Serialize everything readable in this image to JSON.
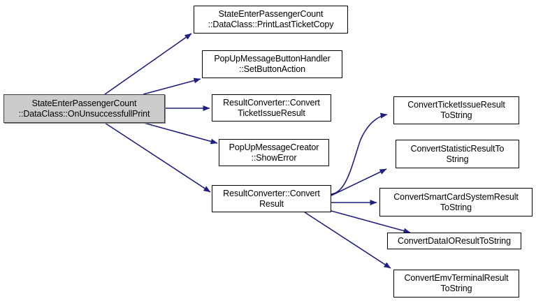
{
  "diagram": {
    "type": "call-graph",
    "title": "StateEnterPassengerCount::DataClass::OnUnsuccessfullPrint call graph",
    "colors": {
      "edge": "#1f1f7f",
      "node_border": "#000000",
      "node_fill": "#ffffff",
      "root_fill": "#cccccc",
      "background": "#ffffff"
    }
  },
  "nodes": {
    "root": {
      "label": "StateEnterPassengerCount\n::DataClass::OnUnsuccessfullPrint",
      "highlighted": true
    },
    "print_last_ticket_copy": {
      "label": "StateEnterPassengerCount\n::DataClass::PrintLastTicketCopy"
    },
    "set_button_action": {
      "label": "PopUpMessageButtonHandler\n::SetButtonAction"
    },
    "convert_ticket_issue_result": {
      "label": "ResultConverter::Convert\nTicketIssueResult"
    },
    "show_error": {
      "label": "PopUpMessageCreator\n::ShowError"
    },
    "convert_result": {
      "label": "ResultConverter::Convert\nResult"
    },
    "convert_ticket_issue_result_to_string": {
      "label": "ConvertTicketIssueResult\nToString"
    },
    "convert_statistic_result_to_string": {
      "label": "ConvertStatisticResultTo\nString"
    },
    "convert_smart_card_system_result_to_string": {
      "label": "ConvertSmartCardSystemResult\nToString"
    },
    "convert_dataio_result_to_string": {
      "label": "ConvertDataIOResultToString"
    },
    "convert_emv_terminal_result_to_string": {
      "label": "ConvertEmvTerminalResult\nToString"
    }
  },
  "edges": [
    {
      "from": "root",
      "to": "print_last_ticket_copy"
    },
    {
      "from": "root",
      "to": "set_button_action"
    },
    {
      "from": "root",
      "to": "convert_ticket_issue_result"
    },
    {
      "from": "root",
      "to": "show_error"
    },
    {
      "from": "root",
      "to": "convert_result"
    },
    {
      "from": "convert_result",
      "to": "convert_ticket_issue_result_to_string"
    },
    {
      "from": "convert_result",
      "to": "convert_statistic_result_to_string"
    },
    {
      "from": "convert_result",
      "to": "convert_smart_card_system_result_to_string"
    },
    {
      "from": "convert_result",
      "to": "convert_dataio_result_to_string"
    },
    {
      "from": "convert_result",
      "to": "convert_emv_terminal_result_to_string"
    }
  ]
}
